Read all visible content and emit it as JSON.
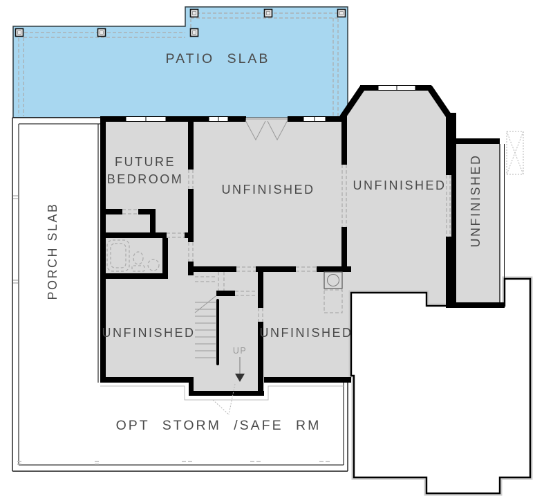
{
  "plan": {
    "labels": {
      "patio_slab": "PATIO SLAB",
      "porch_slab": "PORCH SLAB",
      "future_bedroom_1": "FUTURE",
      "future_bedroom_2": "BEDROOM",
      "unfinished_center": "UNFINISHED",
      "unfinished_bay": "UNFINISHED",
      "unfinished_right_wing": "UNFINISHED",
      "unfinished_lower_left": "UNFINISHED",
      "unfinished_lower_center": "UNFINISHED",
      "stairs_up": "UP",
      "opt_storm_safe_room": "OPT STORM /SAFE RM"
    },
    "colors": {
      "patio_fill": "#a8d7f0",
      "patio_border": "#2f3b40",
      "room_fill": "#d9d9d9",
      "wall": "#000000",
      "label_text": "#4a4a4a",
      "muted_text": "#999999",
      "dashed_line": "#aaaaaa",
      "outline": "#000000"
    }
  }
}
